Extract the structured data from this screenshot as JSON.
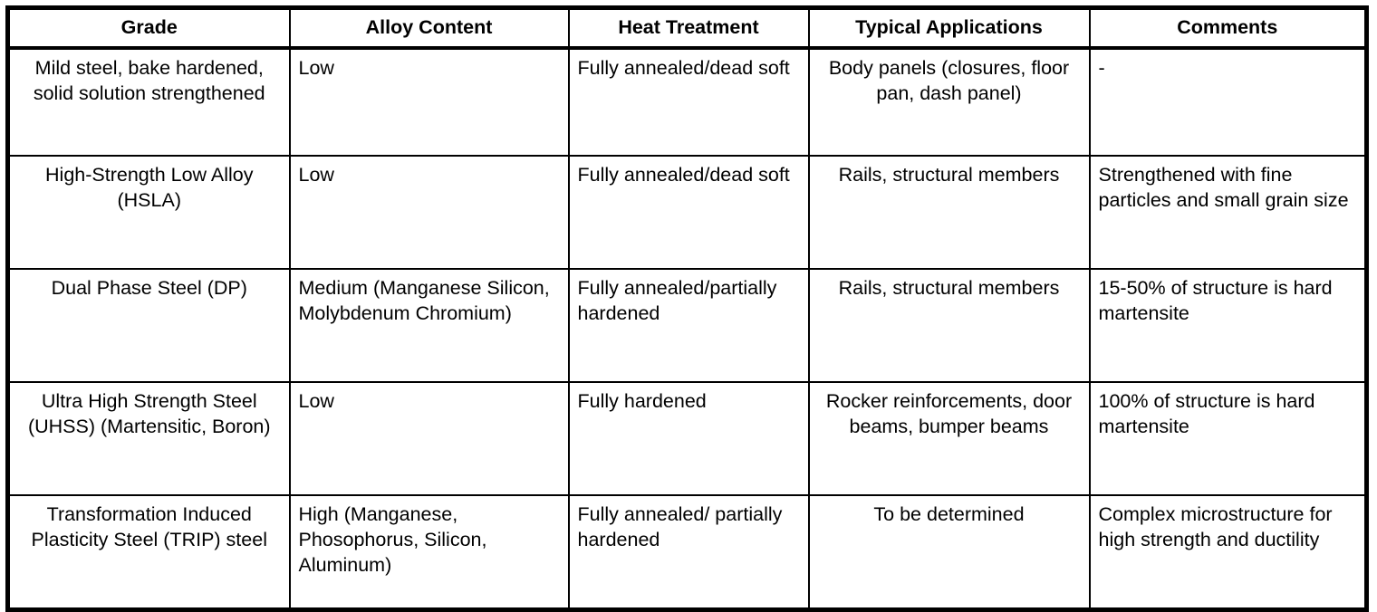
{
  "table": {
    "name": "steel-grade-comparison-table",
    "columns": [
      {
        "key": "grade",
        "label": "Grade",
        "align": "center"
      },
      {
        "key": "alloy",
        "label": "Alloy Content",
        "align": "left"
      },
      {
        "key": "heat",
        "label": "Heat Treatment",
        "align": "left"
      },
      {
        "key": "apps",
        "label": "Typical Applications",
        "align": "center"
      },
      {
        "key": "comments",
        "label": "Comments",
        "align": "left"
      }
    ],
    "rows": [
      {
        "grade": "Mild steel, bake hardened, solid solution strengthened",
        "alloy": "Low",
        "heat": "Fully annealed/dead soft",
        "apps": "Body panels (closures, floor pan, dash panel)",
        "comments": "-"
      },
      {
        "grade": "High-Strength Low Alloy (HSLA)",
        "alloy": "Low",
        "heat": "Fully annealed/dead soft",
        "apps": "Rails, structural members",
        "comments": "Strengthened with fine particles and small grain size"
      },
      {
        "grade": "Dual Phase Steel (DP)",
        "alloy": "Medium (Manganese Silicon, Molybdenum Chromium)",
        "heat": "Fully annealed/partially hardened",
        "apps": "Rails, structural members",
        "comments": "15-50% of structure is hard martensite"
      },
      {
        "grade": "Ultra High Strength Steel (UHSS) (Martensitic, Boron)",
        "alloy": "Low",
        "heat": "Fully hardened",
        "apps": "Rocker reinforcements, door beams, bumper beams",
        "comments": "100% of structure is hard martensite"
      },
      {
        "grade": "Transformation Induced Plasticity Steel (TRIP) steel",
        "alloy": "High (Manganese, Phosophorus, Silicon, Aluminum)",
        "heat": "Fully annealed/ partially hardened",
        "apps": "To be determined",
        "comments": "Complex microstructure for high strength and ductility"
      }
    ]
  },
  "style": {
    "border_color": "#000000",
    "background_color": "#ffffff",
    "text_color": "#000000"
  }
}
